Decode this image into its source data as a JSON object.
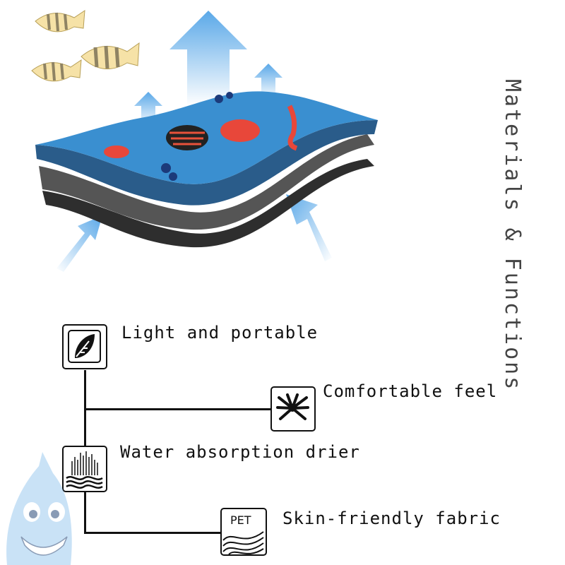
{
  "title": "Materials & Functions",
  "features": [
    {
      "label": "Light and portable",
      "icon": "leaf-icon"
    },
    {
      "label": "Comfortable feel",
      "icon": "soft-fiber-icon"
    },
    {
      "label": "Water absorption drier",
      "icon": "water-absorption-icon"
    },
    {
      "label": "Skin-friendly fabric",
      "icon": "pet-fabric-icon",
      "icon_text": "PET"
    }
  ],
  "colors": {
    "arrow": "#5aa8e8",
    "fabric_top": "#3a8fd0",
    "fabric_mid": "#555555",
    "fabric_bottom": "#333333"
  }
}
